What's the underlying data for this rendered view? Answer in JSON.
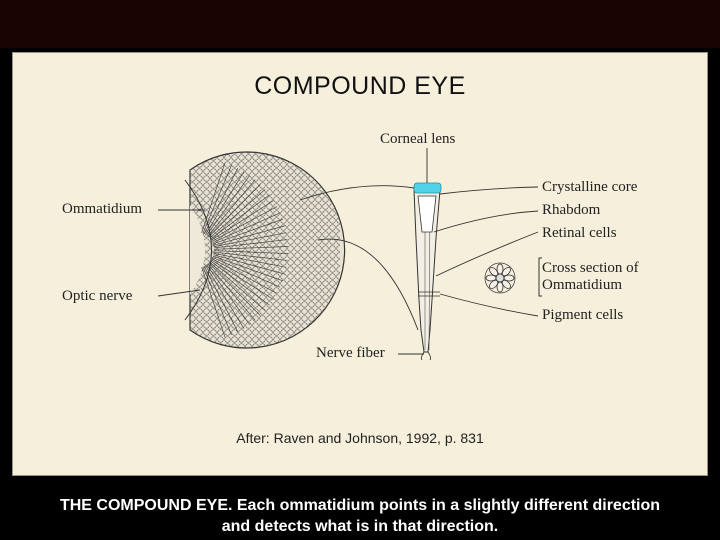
{
  "diagram": {
    "title": "COMPOUND  EYE",
    "labels": {
      "corneal_lens": "Corneal lens",
      "crystalline_core": "Crystalline core",
      "rhabdom": "Rhabdom",
      "retinal_cells": "Retinal cells",
      "cross_section_line1": "Cross section of",
      "cross_section_line2": "Ommatidium",
      "pigment_cells": "Pigment cells",
      "ommatidium": "Ommatidium",
      "optic_nerve": "Optic nerve",
      "nerve_fiber": "Nerve fiber"
    },
    "credit": "After: Raven and Johnson, 1992, p. 831",
    "colors": {
      "slide_background": "#f6efdc",
      "corneal_lens_fill": "#4fd3e8",
      "caption_bar": "#000000"
    }
  },
  "caption": {
    "line1": "THE COMPOUND EYE. Each ommatidium points in a slightly different direction",
    "line2": "and detects what is in that direction."
  }
}
